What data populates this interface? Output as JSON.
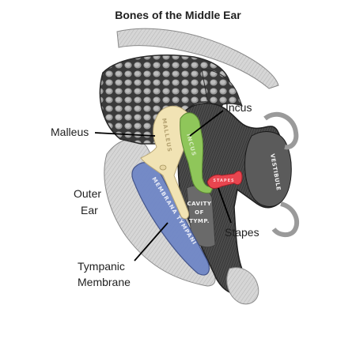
{
  "title": "Bones of the Middle Ear",
  "labels": {
    "malleus": "Malleus",
    "incus": "Incus",
    "outer_ear_line1": "Outer",
    "outer_ear_line2": "Ear",
    "stapes": "Stapes",
    "tympanic_line1": "Tympanic",
    "tympanic_line2": "Membrane"
  },
  "inset_text": {
    "malleus": "MALLEUS",
    "incus": "INCUS",
    "stapes": "STAPES",
    "vestibule": "VESTIBULE",
    "membrana": "MEMBRANA TYMPANI",
    "cavity_line1": "CAVITY",
    "cavity_line2": "OF",
    "cavity_line3": "TYMP."
  },
  "colors": {
    "malleus": "#f1e3b4",
    "incus": "#8fc65a",
    "stapes": "#e8454f",
    "tympanic_membrane": "#6f86c6",
    "bone_dark": "#2f2f2f",
    "tissue": "#cfcfcf"
  }
}
